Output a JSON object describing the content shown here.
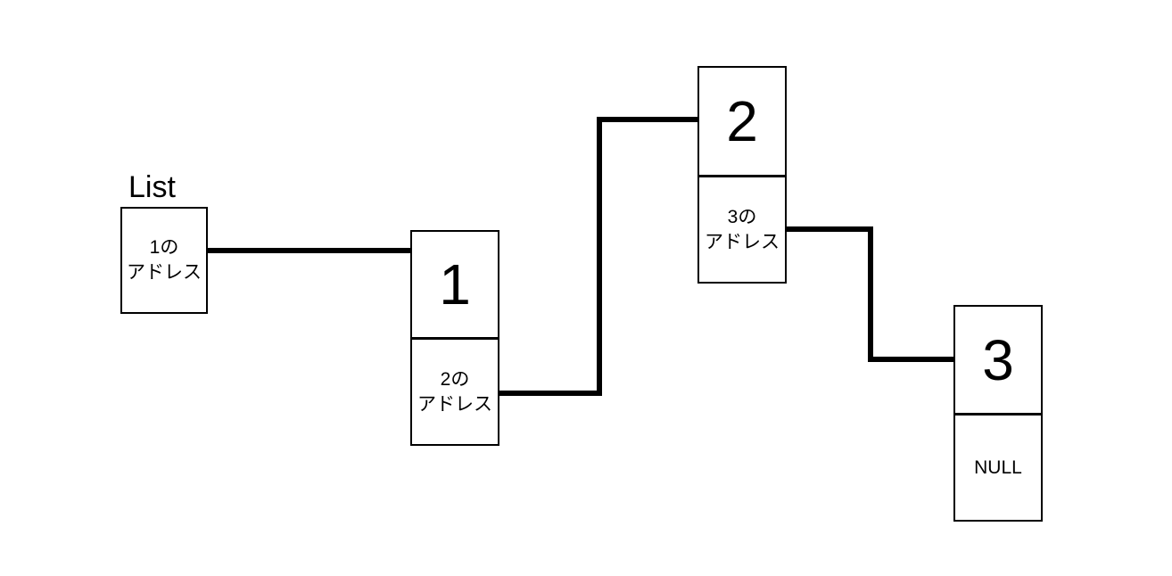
{
  "diagram": {
    "list_label": "List",
    "head": {
      "pointer": "1の\nアドレス"
    },
    "nodes": [
      {
        "value": "1",
        "next": "2の\nアドレス"
      },
      {
        "value": "2",
        "next": "3の\nアドレス"
      },
      {
        "value": "3",
        "next": "NULL"
      }
    ],
    "colors": {
      "line": "#000000",
      "border": "#000000",
      "text": "#000000",
      "background": "#ffffff"
    }
  }
}
